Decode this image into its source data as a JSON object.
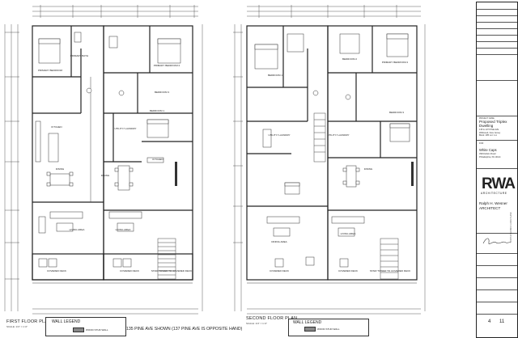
{
  "plans": {
    "first": {
      "title": "FIRST FLOOR PLAN",
      "scale": "SCALE: 1/4\" = 1'-0\"",
      "rooms": {
        "primary_bedroom": "PRIMARY BEDROOM",
        "primary_bath": "PRIMARY BATH",
        "primary_bedroom_2": "PRIMARY BEDROOM 2",
        "bedroom_3": "BEDROOM 3",
        "bedroom_1": "BEDROOM 1",
        "kitchen": "KITCHEN",
        "utility_laundry": "UTILITY/ LAUNDRY",
        "kitchen_2": "KITCHEN",
        "dining_1": "DINING",
        "dining_2": "DINING",
        "living_1": "LIVING AREA",
        "living_2": "LIVING AREA",
        "covered_deck_1": "COVERED DECK",
        "covered_deck_2": "COVERED DECK",
        "stair_note": "STAIR TOWER TO COVERED DECK"
      }
    },
    "second": {
      "title": "SECOND FLOOR PLAN",
      "scale": "SCALE: 1/4\" = 1'-0\"",
      "rooms": {
        "bedroom_1": "BEDROOM 1",
        "bedroom_2": "BEDROOM 2",
        "primary_bedroom_2": "PRIMARY BEDROOM 2",
        "bedroom_3": "BEDROOM 3",
        "utility_laundry": "UTILITY/ LAUNDRY",
        "dining": "DINING",
        "living_1": "DINING AREA",
        "living_2": "LIVING AREA",
        "covered_deck_1": "COVERED DECK",
        "covered_deck_2": "COVERED DECK",
        "stair_note": "STAIR TOWER TO COVERED DECK"
      }
    }
  },
  "legend": {
    "title": "WALL LEGEND",
    "item": "WOOD STUD WALL"
  },
  "center_note": "135 PINE AVE SHOWN (137 PINE AVE IS OPPOSITE HAND)",
  "title_block": {
    "project_label": "PROJECT NAME",
    "project_name_line1": "Proposed Triplex",
    "project_name_line2": "Dwelling",
    "address_line1": "135 & 137 PINE AVE",
    "address_line2": "Wildwood, New Jersey",
    "address_line3": "Block: 285 Lot: 1-A",
    "client_label": "FOR:",
    "client_name": "White Caps",
    "client_addr1": "3949 Edwin Road",
    "client_addr2": "Philadelphia, PA 19114",
    "logo": "RWA",
    "logo_sub": "ARCHITECTURE",
    "architect_name": "Ralph H. Wesner",
    "architect_title": "ARCHITECT",
    "sheet_number": "4",
    "sheet_total": "11",
    "vertical_note": "FIRST & SECOND FLOOR PLANS"
  }
}
